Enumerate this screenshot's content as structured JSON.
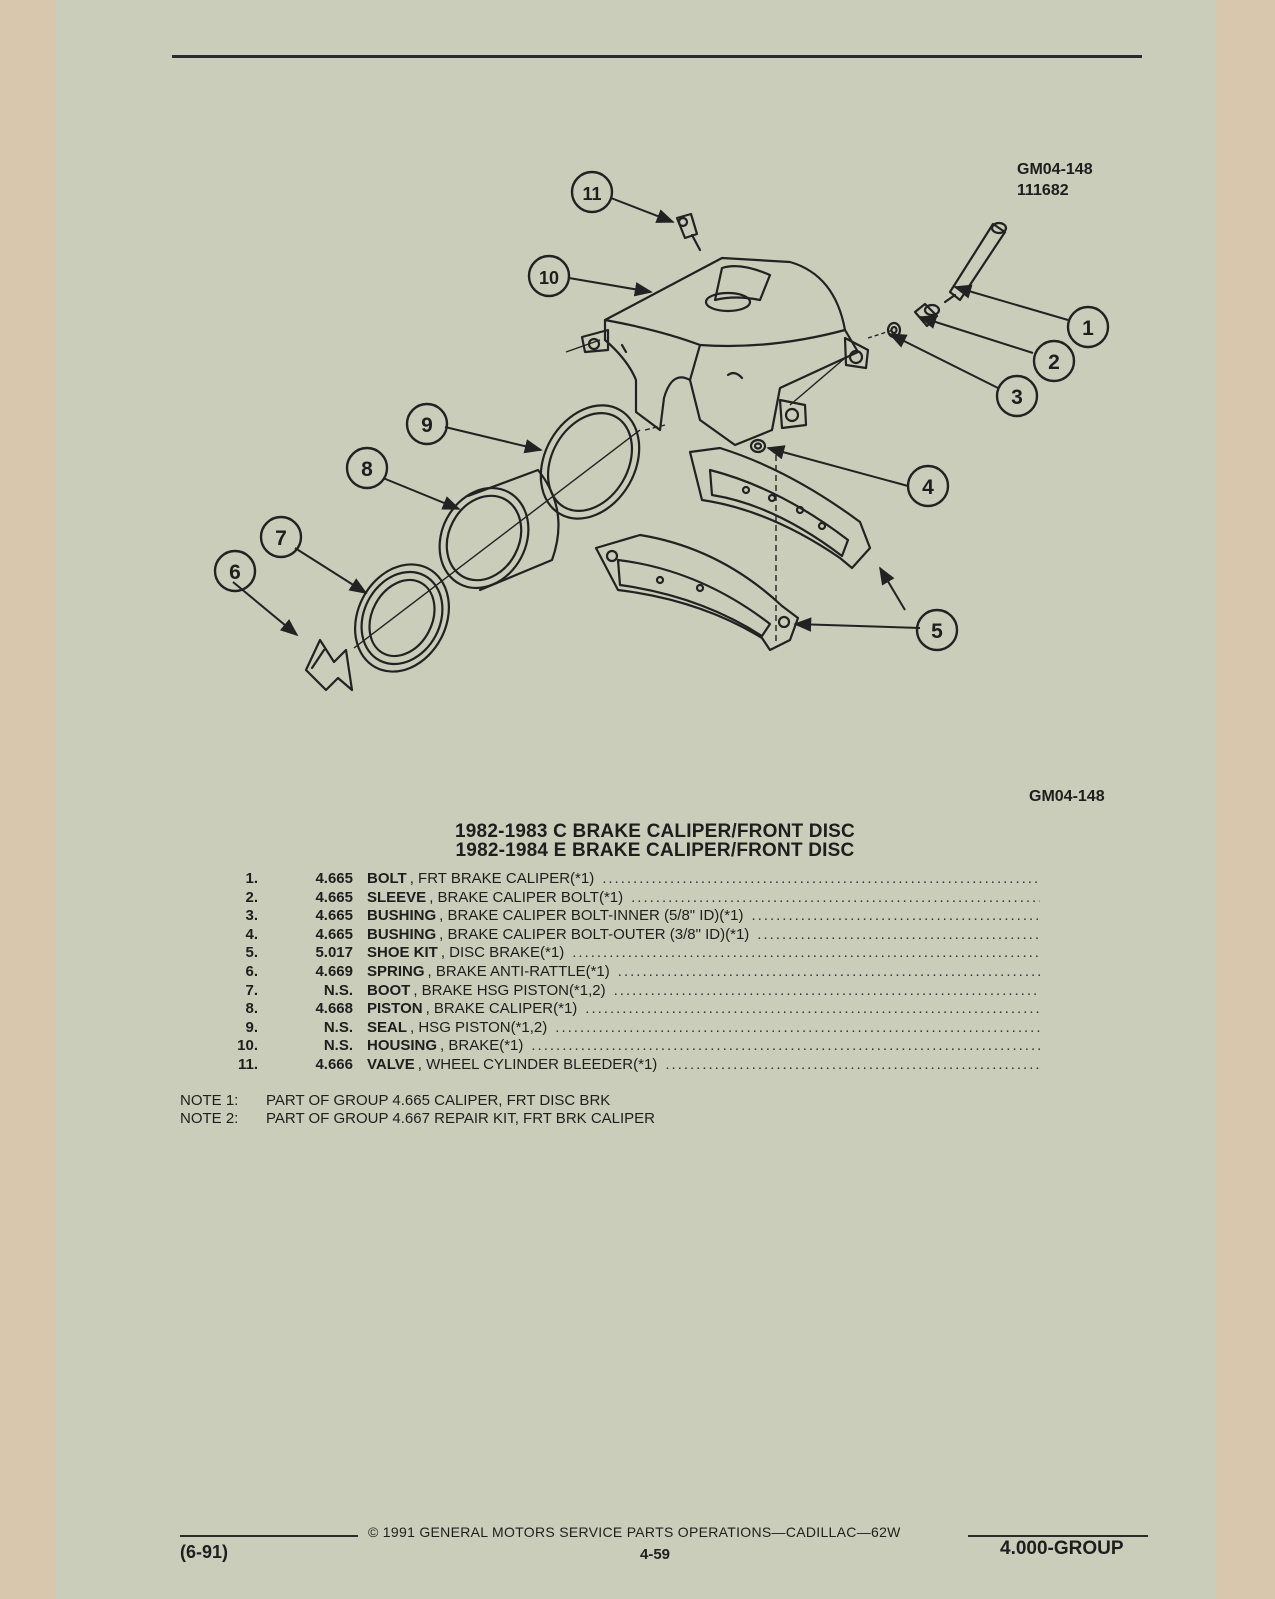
{
  "diagram": {
    "code": "GM04-148",
    "sub_code": "111682",
    "bottom_code": "GM04-148",
    "callouts": [
      "1",
      "2",
      "3",
      "4",
      "5",
      "6",
      "7",
      "8",
      "9",
      "10",
      "11"
    ]
  },
  "title": {
    "line1": "1982-1983 C BRAKE CALIPER/FRONT DISC",
    "line2": "1982-1984 E BRAKE CALIPER/FRONT DISC"
  },
  "parts": [
    {
      "num": "1.",
      "group": "4.665",
      "name": "BOLT",
      "desc": ", FRT BRAKE CALIPER(*1)"
    },
    {
      "num": "2.",
      "group": "4.665",
      "name": "SLEEVE",
      "desc": ", BRAKE CALIPER BOLT(*1)"
    },
    {
      "num": "3.",
      "group": "4.665",
      "name": "BUSHING",
      "desc": ", BRAKE CALIPER BOLT-INNER (5/8\" ID)(*1)"
    },
    {
      "num": "4.",
      "group": "4.665",
      "name": "BUSHING",
      "desc": ", BRAKE CALIPER BOLT-OUTER (3/8\" ID)(*1)"
    },
    {
      "num": "5.",
      "group": "5.017",
      "name": "SHOE KIT",
      "desc": ", DISC BRAKE(*1)"
    },
    {
      "num": "6.",
      "group": "4.669",
      "name": "SPRING",
      "desc": ", BRAKE ANTI-RATTLE(*1)"
    },
    {
      "num": "7.",
      "group": "N.S.",
      "name": "BOOT",
      "desc": ", BRAKE HSG PISTON(*1,2)"
    },
    {
      "num": "8.",
      "group": "4.668",
      "name": "PISTON",
      "desc": ", BRAKE CALIPER(*1)"
    },
    {
      "num": "9.",
      "group": "N.S.",
      "name": "SEAL",
      "desc": ", HSG PISTON(*1,2)"
    },
    {
      "num": "10.",
      "group": "N.S.",
      "name": "HOUSING",
      "desc": ", BRAKE(*1)"
    },
    {
      "num": "11.",
      "group": "4.666",
      "name": "VALVE",
      "desc": ", WHEEL CYLINDER BLEEDER(*1)"
    }
  ],
  "notes": [
    {
      "label": "NOTE  1:",
      "text": "PART OF GROUP 4.665 CALIPER, FRT DISC BRK"
    },
    {
      "label": "NOTE  2:",
      "text": "PART OF GROUP 4.667 REPAIR KIT, FRT BRK CALIPER"
    }
  ],
  "footer": {
    "copyright": "©  1991  GENERAL MOTORS SERVICE PARTS OPERATIONS—CADILLAC—62W",
    "date": "(6-91)",
    "page": "4-59",
    "group": "4.000-GROUP"
  }
}
